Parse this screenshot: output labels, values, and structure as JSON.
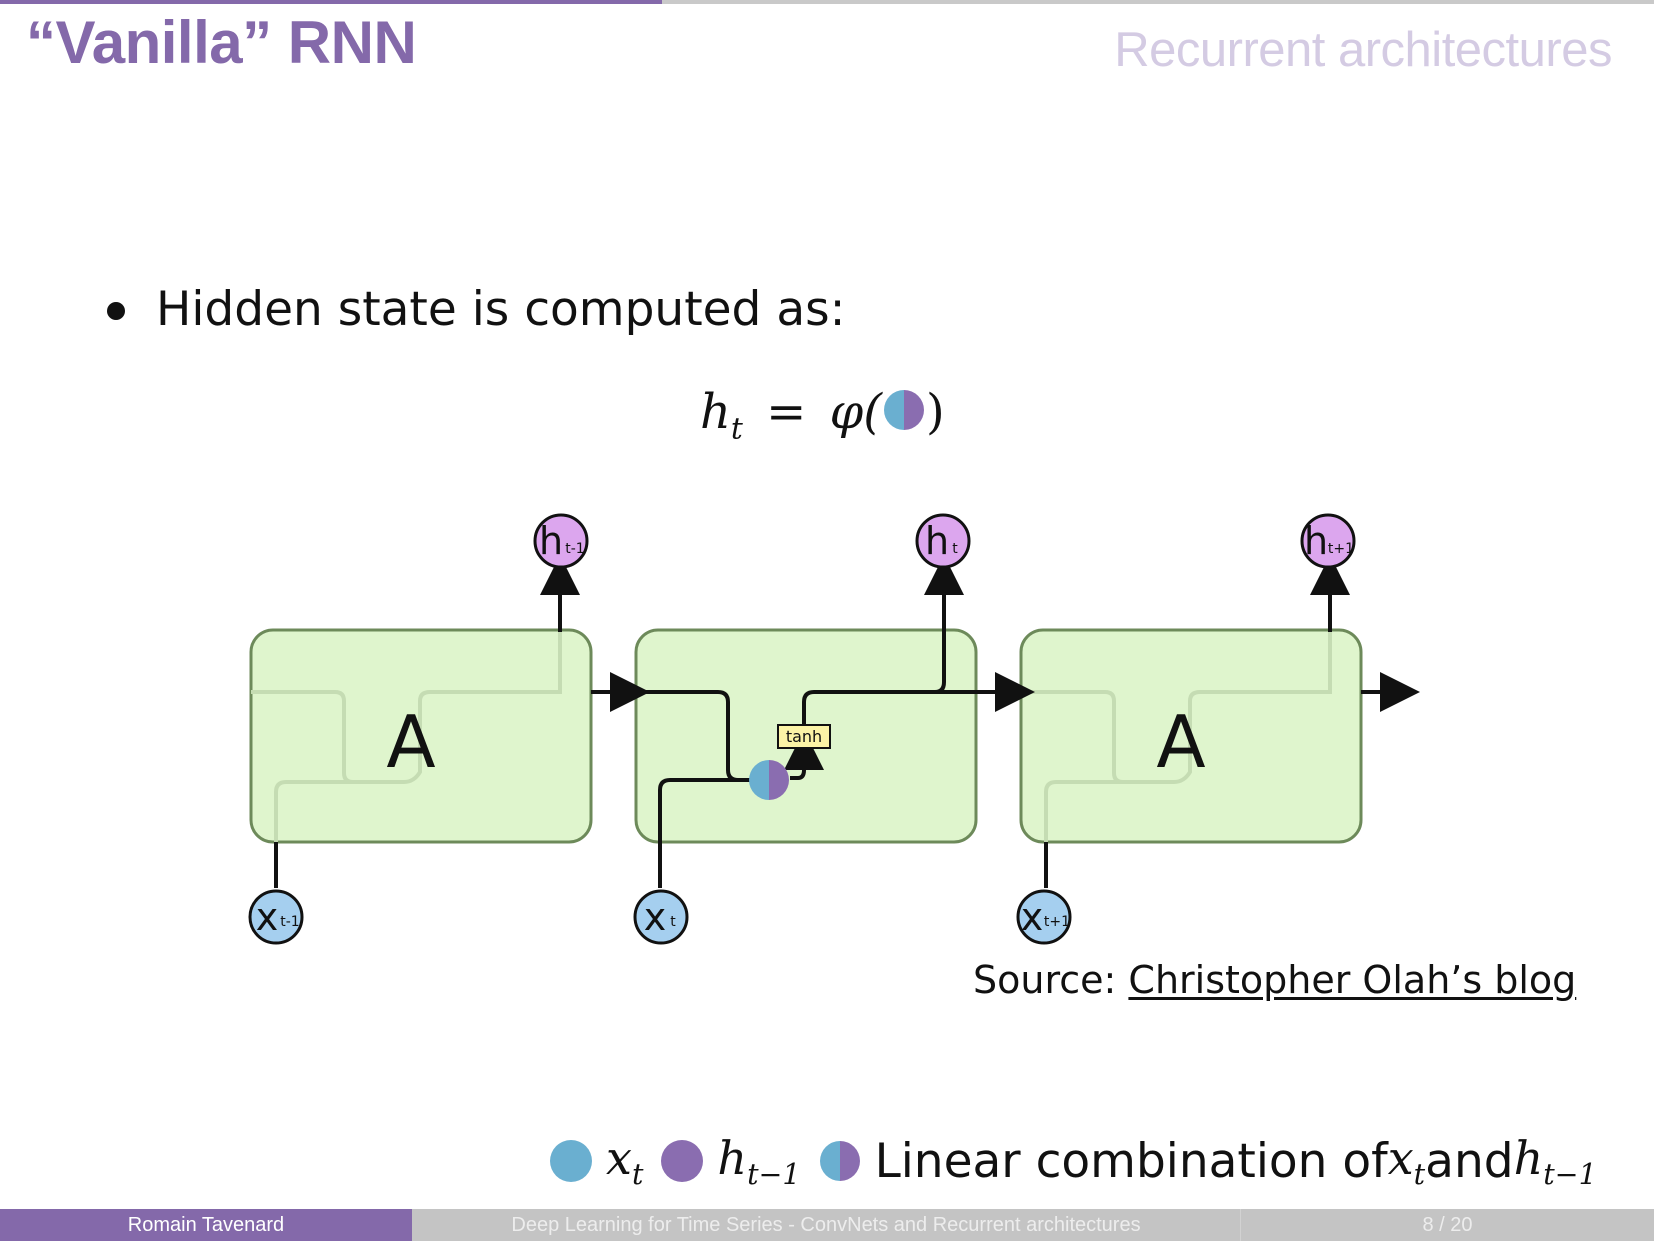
{
  "header": {
    "slide_title": "“Vanilla” RNN",
    "section_title": "Recurrent architectures",
    "progress_fraction": 0.4
  },
  "content": {
    "bullet": "Hidden state is computed as:",
    "formula": {
      "lhs_var": "h",
      "lhs_sub": "t",
      "equals": "=",
      "func": "φ(",
      "close": ")"
    }
  },
  "diagram": {
    "cells": [
      {
        "label": "A",
        "input_main": "x",
        "input_sub": "t-1",
        "output_main": "h",
        "output_sub": "t-1"
      },
      {
        "label": "",
        "input_main": "x",
        "input_sub": "t",
        "output_main": "h",
        "output_sub": "t",
        "activation": "tanh"
      },
      {
        "label": "A",
        "input_main": "x",
        "input_sub": "t+1",
        "output_main": "h",
        "output_sub": "t+1"
      }
    ],
    "colors": {
      "cell_fill": "#dff5cd",
      "cell_stroke": "#6d8a5a",
      "input_fill": "#a5cfef",
      "output_fill": "#dca6ee",
      "x_color": "#6aafd0",
      "h_color": "#8a6db0",
      "tanh_fill": "#fbf3a6"
    }
  },
  "source": {
    "prefix": "Source: ",
    "link_text": "Christopher Olah’s blog"
  },
  "legend": {
    "x_var": "x",
    "x_sub": "t",
    "h_var": "h",
    "h_sub": "t−1",
    "text": "Linear combination of ",
    "and": " and "
  },
  "footer": {
    "author": "Romain Tavenard",
    "title": "Deep Learning for Time Series - ConvNets and Recurrent architectures",
    "page": "8 / 20"
  }
}
